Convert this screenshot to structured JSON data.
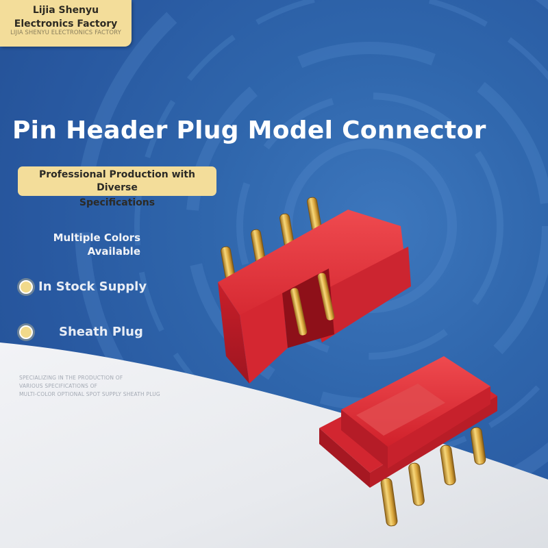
{
  "brand": {
    "line1": "Lijia Shenyu",
    "line2": "Electronics Factory",
    "line3": "LIJIA SHENYU ELECTRONICS FACTORY"
  },
  "headline": "Pin Header Plug Model Connector",
  "badge": {
    "line1": "Professional Production with Diverse",
    "line2": "Specifications"
  },
  "colors_text": {
    "line1": "Multiple Colors",
    "line2": "Available"
  },
  "features": [
    {
      "label": "In Stock Supply",
      "icon": "bullet-dot-icon"
    },
    {
      "label": "Sheath Plug",
      "icon": "bullet-dot-icon"
    }
  ],
  "fine_print": [
    "SPECIALIZING IN THE PRODUCTION OF",
    "VARIOUS SPECIFICATIONS OF",
    "MULTI-COLOR OPTIONAL SPOT SUPPLY SHEATH PLUG"
  ],
  "palette": {
    "background_blue": "#2f66ac",
    "accent_gold": "#f3dd9a",
    "connector_red": "#d8242e",
    "pin_gold": "#e2b64a"
  }
}
